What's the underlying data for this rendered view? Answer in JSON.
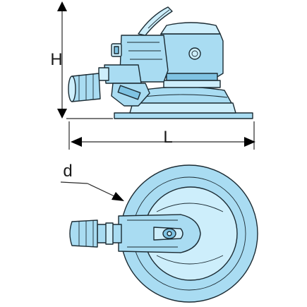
{
  "dimensions": {
    "height_label": "H",
    "length_label": "L",
    "diameter_label": "d"
  },
  "colors": {
    "tool_fill": "#a9dcf2",
    "tool_fill_light": "#cdeefb",
    "tool_fill_dark": "#7fc3e3",
    "outline": "#1b2b33",
    "dimension_line": "#2a2a2a"
  },
  "views": [
    "side-view",
    "top-view"
  ]
}
